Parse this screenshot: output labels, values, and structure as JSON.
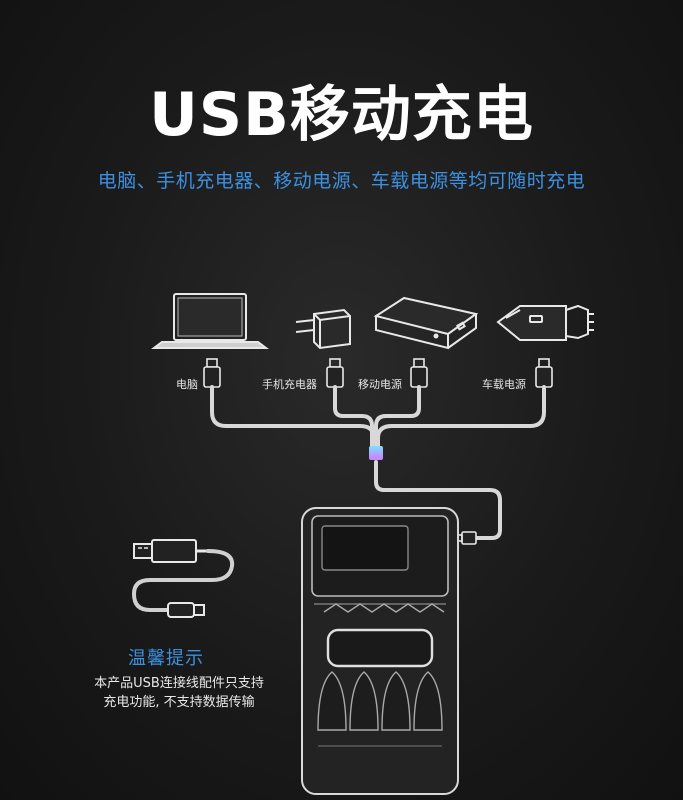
{
  "header": {
    "title": "USB移动充电",
    "subtitle": "电脑、手机充电器、移动电源、车载电源等均可随时充电"
  },
  "sources": [
    {
      "label": "电脑",
      "icon": "laptop-icon"
    },
    {
      "label": "手机充电器",
      "icon": "wall-plug-adapter-icon"
    },
    {
      "label": "移动电源",
      "icon": "power-bank-icon"
    },
    {
      "label": "车载电源",
      "icon": "car-charger-icon"
    }
  ],
  "tip": {
    "title": "温馨提示",
    "line1": "本产品USB连接线配件只支持",
    "line2": "充电功能, 不支持数据传输"
  },
  "colors": {
    "accent": "#3d8fe0",
    "background": "#1a1a1a",
    "line_art": "#e8e8e8"
  }
}
